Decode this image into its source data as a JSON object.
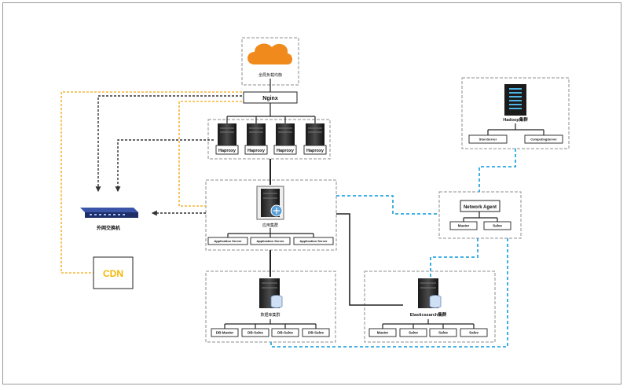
{
  "diagram": {
    "cloud_label": "全局负载均衡",
    "nginx_label": "Nginx",
    "haproxy_labels": [
      "Haproxy",
      "Haproxy",
      "Haproxy",
      "Haproxy"
    ],
    "app_cluster_label": "应用集群",
    "app_server_labels": [
      "Application Server",
      "Application Server",
      "Application Server"
    ],
    "switch_label": "外网交换机",
    "cdn_label": "CDN",
    "db_cluster_label": "数据库集群",
    "db_labels": [
      "DB-Master",
      "DB-Salve",
      "DB-Salve",
      "DB-Salve"
    ],
    "es_cluster_label": "Elasticsearch集群",
    "es_labels": [
      "Master",
      "Salve",
      "Salve",
      "Salve"
    ],
    "hadoop_label": "Hadoop集群",
    "hadoop_servers": [
      "StoreServer",
      "ComputingServer"
    ],
    "network_agent_label": "Network Agent",
    "agent_nodes": [
      "Master",
      "Salve"
    ]
  },
  "colors": {
    "cloud": "#f08a1c",
    "cdn_text": "#f2b705",
    "orange_dash": "#f5b53a",
    "blue_dash": "#2aa8e0",
    "black_dash": "#333333",
    "group_border": "#8c8c8c"
  },
  "icons": {
    "cloud": "cloud-icon",
    "server": "server-icon",
    "database": "database-icon",
    "switch": "network-switch-icon",
    "rack": "rack-server-icon"
  }
}
